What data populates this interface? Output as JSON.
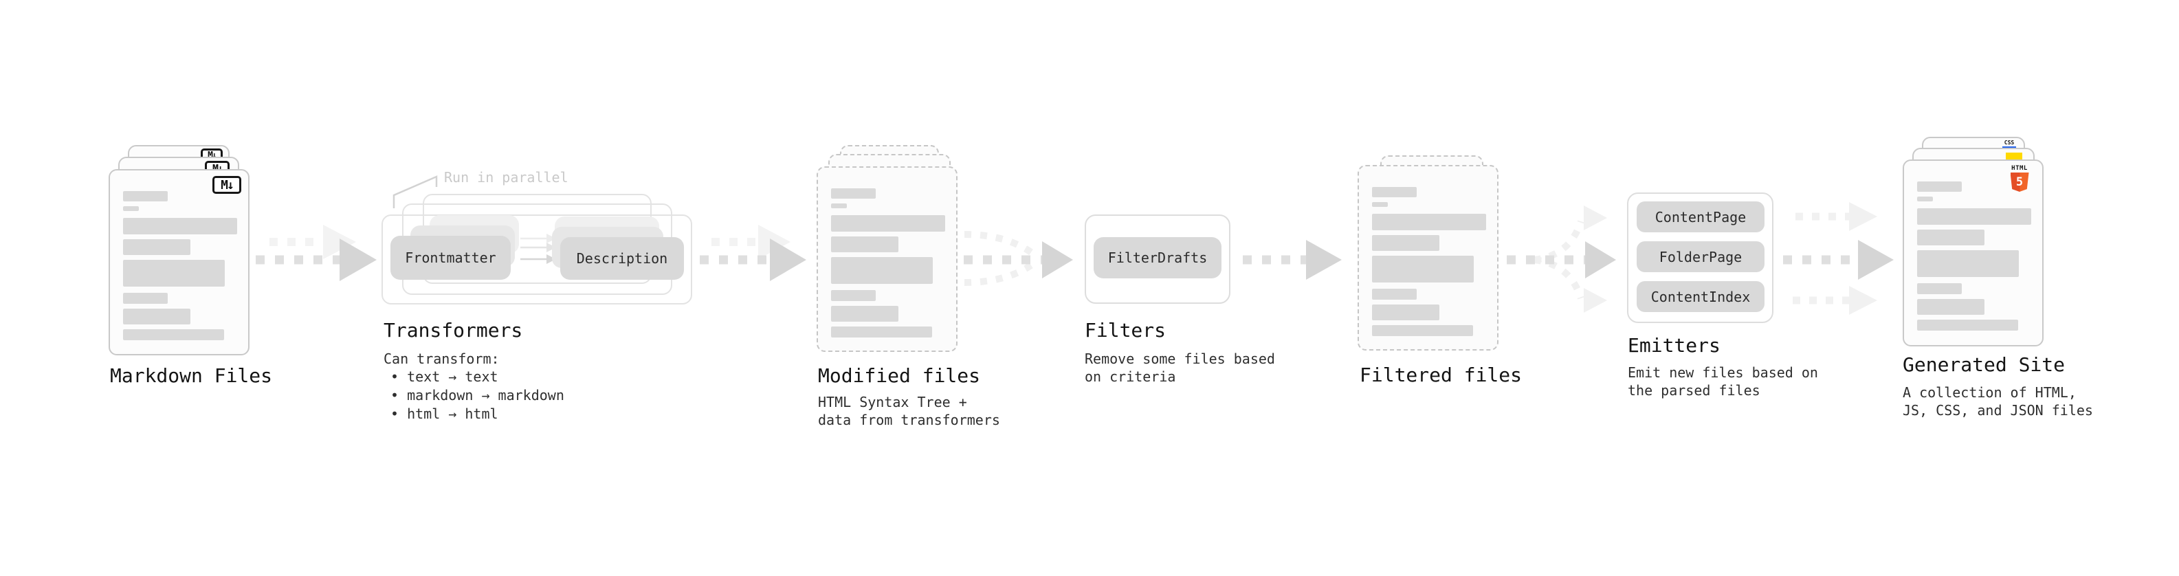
{
  "stages": {
    "markdown_files": {
      "title": "Markdown Files",
      "file_badge": "M↓"
    },
    "transformers": {
      "title": "Transformers",
      "callout": "Run in parallel",
      "pill_left": "Frontmatter",
      "pill_right": "Description",
      "subtitle": "Can transform:",
      "bullets": [
        "• text → text",
        "• markdown → markdown",
        "• html → html"
      ]
    },
    "modified_files": {
      "title": "Modified files",
      "desc": [
        "HTML Syntax Tree +",
        "data from transformers"
      ]
    },
    "filters": {
      "title": "Filters",
      "pill": "FilterDrafts",
      "desc": [
        "Remove some files based",
        "on criteria"
      ]
    },
    "filtered_files": {
      "title": "Filtered files"
    },
    "emitters": {
      "title": "Emitters",
      "pills": [
        "ContentPage",
        "FolderPage",
        "ContentIndex"
      ],
      "desc": [
        "Emit new files based on",
        "the parsed files"
      ]
    },
    "generated_site": {
      "title": "Generated Site",
      "css_badge": "CSS",
      "html_badge_label": "HTML",
      "html_badge_number": "5",
      "desc": [
        "A collection of HTML,",
        "JS, CSS, and JSON files"
      ]
    }
  },
  "colors": {
    "arrow_main": "#dfdfdf",
    "arrow_head": "#d5d5d5",
    "arrow_ghost": "#f2f2f2",
    "accent_js": "#ffd900",
    "accent_css": "#2563eb",
    "accent_html5": "#e44d26"
  }
}
